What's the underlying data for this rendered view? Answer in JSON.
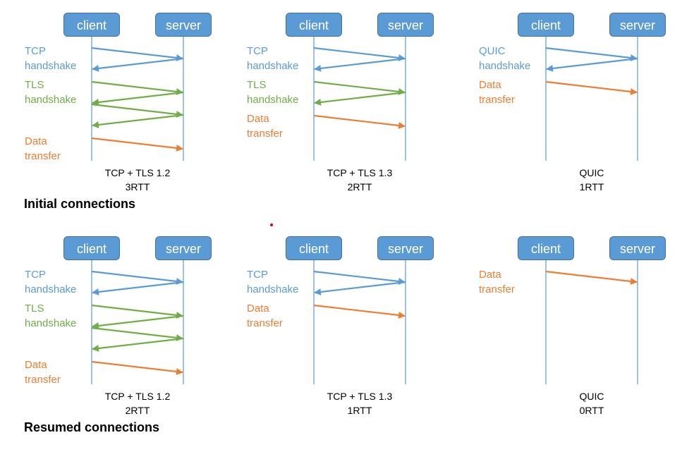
{
  "colors": {
    "tcp": "#5b9bd5",
    "tls": "#70ad47",
    "data": "#ed7d31",
    "endpoint_fill": "#5b9bd5",
    "lifeline": "#5b9bd5"
  },
  "sections": [
    {
      "title": "Initial connections",
      "panels": [
        {
          "client_label": "client",
          "server_label": "server",
          "caption_protocol": "TCP + TLS 1.2",
          "caption_rtt": "3RTT",
          "phases": [
            {
              "type": "tcp",
              "label": "TCP\nhandshake"
            },
            {
              "type": "tls",
              "label": "TLS\nhandshake"
            },
            {
              "type": "data",
              "label": "Data\ntransfer"
            }
          ]
        },
        {
          "client_label": "client",
          "server_label": "server",
          "caption_protocol": "TCP + TLS 1.3",
          "caption_rtt": "2RTT",
          "phases": [
            {
              "type": "tcp",
              "label": "TCP\nhandshake"
            },
            {
              "type": "tls",
              "label": "TLS\nhandshake"
            },
            {
              "type": "data",
              "label": "Data\ntransfer"
            }
          ]
        },
        {
          "client_label": "client",
          "server_label": "server",
          "caption_protocol": "QUIC",
          "caption_rtt": "1RTT",
          "phases": [
            {
              "type": "tcp",
              "label": "QUIC\nhandshake"
            },
            {
              "type": "data",
              "label": "Data\ntransfer"
            }
          ]
        }
      ]
    },
    {
      "title": "Resumed connections",
      "panels": [
        {
          "client_label": "client",
          "server_label": "server",
          "caption_protocol": "TCP + TLS 1.2",
          "caption_rtt": "2RTT",
          "phases": [
            {
              "type": "tcp",
              "label": "TCP\nhandshake"
            },
            {
              "type": "tls",
              "label": "TLS\nhandshake"
            },
            {
              "type": "data",
              "label": "Data\ntransfer"
            }
          ]
        },
        {
          "client_label": "client",
          "server_label": "server",
          "caption_protocol": "TCP + TLS 1.3",
          "caption_rtt": "1RTT",
          "phases": [
            {
              "type": "tcp",
              "label": "TCP\nhandshake"
            },
            {
              "type": "data",
              "label": "Data\ntransfer"
            }
          ]
        },
        {
          "client_label": "client",
          "server_label": "server",
          "caption_protocol": "QUIC",
          "caption_rtt": "0RTT",
          "phases": [
            {
              "type": "data",
              "label": "Data\ntransfer"
            }
          ]
        }
      ]
    }
  ]
}
